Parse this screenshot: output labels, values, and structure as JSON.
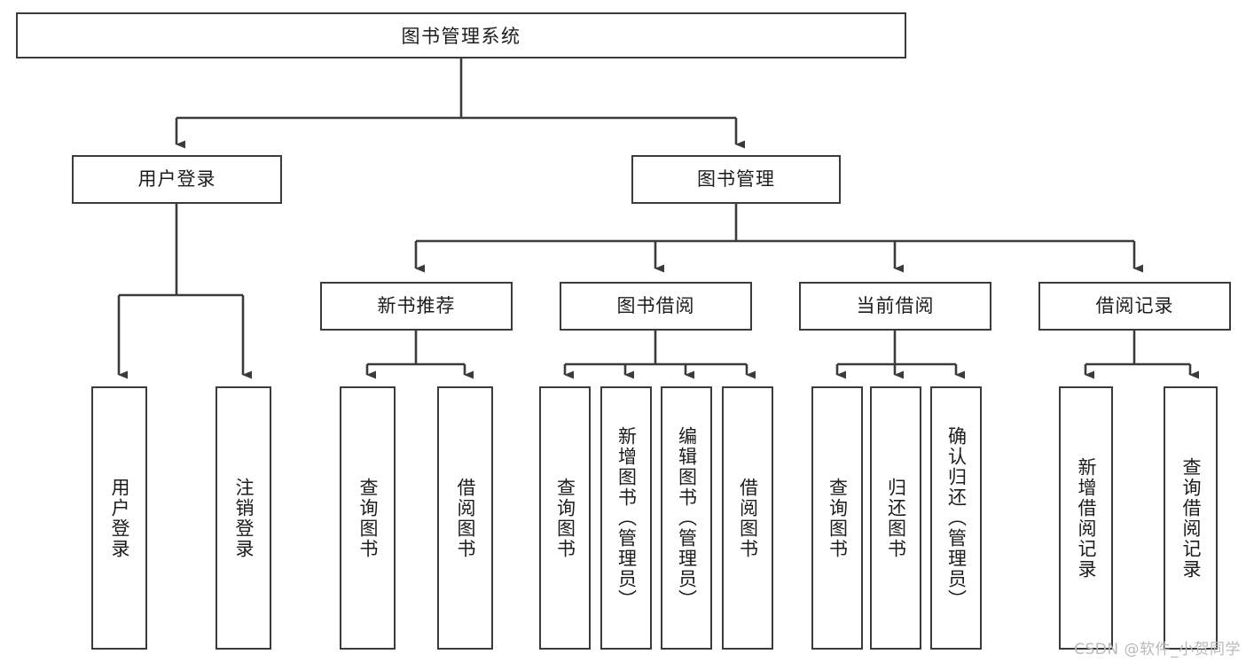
{
  "diagram": {
    "title": "图书管理系统",
    "watermark": "CSDN @软件_小贺同学",
    "colors": {
      "background": "#ffffff",
      "box_border": "#3b3b3b",
      "edge": "#3b3b3b",
      "text": "#1c1c1c",
      "watermark": "#b9b9b9"
    },
    "root": {
      "label": "图书管理系统"
    },
    "level1": [
      {
        "label": "用户登录"
      },
      {
        "label": "图书管理"
      }
    ],
    "level2": [
      {
        "label": "新书推荐"
      },
      {
        "label": "图书借阅"
      },
      {
        "label": "当前借阅"
      },
      {
        "label": "借阅记录"
      }
    ],
    "leaves": {
      "user_login": [
        {
          "label": "用户登录"
        },
        {
          "label": "注销登录"
        }
      ],
      "new_book": [
        {
          "label": "查询图书"
        },
        {
          "label": "借阅图书"
        }
      ],
      "book_borrow": [
        {
          "label": "查询图书"
        },
        {
          "label": "新增图书（管理员）"
        },
        {
          "label": "编辑图书（管理员）"
        },
        {
          "label": "借阅图书"
        }
      ],
      "current_borrow": [
        {
          "label": "查询图书"
        },
        {
          "label": "归还图书"
        },
        {
          "label": "确认归还（管理员）"
        }
      ],
      "borrow_record": [
        {
          "label": "新增借阅记录"
        },
        {
          "label": "查询借阅记录"
        }
      ]
    }
  }
}
